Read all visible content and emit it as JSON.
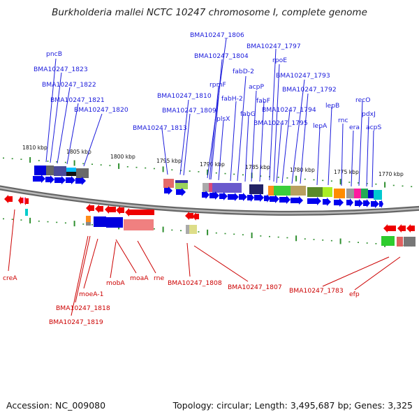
{
  "title": "Burkholderia mallei NCTC 10247 chromosome I, complete genome",
  "footer": {
    "accession": "Accession: NC_009080",
    "summary": "Topology: circular; Length: 3,495,687 bp; Genes: 3,325"
  },
  "scale_labels": [
    "1810 kbp",
    "1805 kbp",
    "1800 kbp",
    "1795 kbp",
    "1790 kbp",
    "1785 kbp",
    "1780 kbp",
    "1775 kbp",
    "1770 kbp"
  ],
  "top_labels": [
    "pncB",
    "BMA10247_1823",
    "BMA10247_1822",
    "BMA10247_1821",
    "BMA10247_1820",
    "BMA10247_1806",
    "BMA10247_1804",
    "BMA10247_1797",
    "BMA10247_1810",
    "BMA10247_1809",
    "BMA10247_1813",
    "rpmF",
    "fabD-2",
    "rpoE",
    "fabH-2",
    "acpP",
    "plsX",
    "fabG",
    "fabF",
    "BMA10247_1793",
    "BMA10247_1792",
    "BMA10247_1794",
    "BMA10247_1795",
    "lepB",
    "lepA",
    "recO",
    "rnc",
    "pdxJ",
    "era",
    "acpS"
  ],
  "bottom_labels": [
    "creA",
    "moeA-1",
    "mobA",
    "moaA",
    "rne",
    "BMA10247_1818",
    "BMA10247_1819",
    "BMA10247_1808",
    "BMA10247_1807",
    "BMA10247_1783",
    "efp"
  ],
  "colors": {
    "top_label": "#1a1adb",
    "bottom_label": "#cc0000",
    "forward_gene": "#0000ee",
    "reverse_gene": "#ee0000",
    "tick": "#2f8f2f"
  }
}
